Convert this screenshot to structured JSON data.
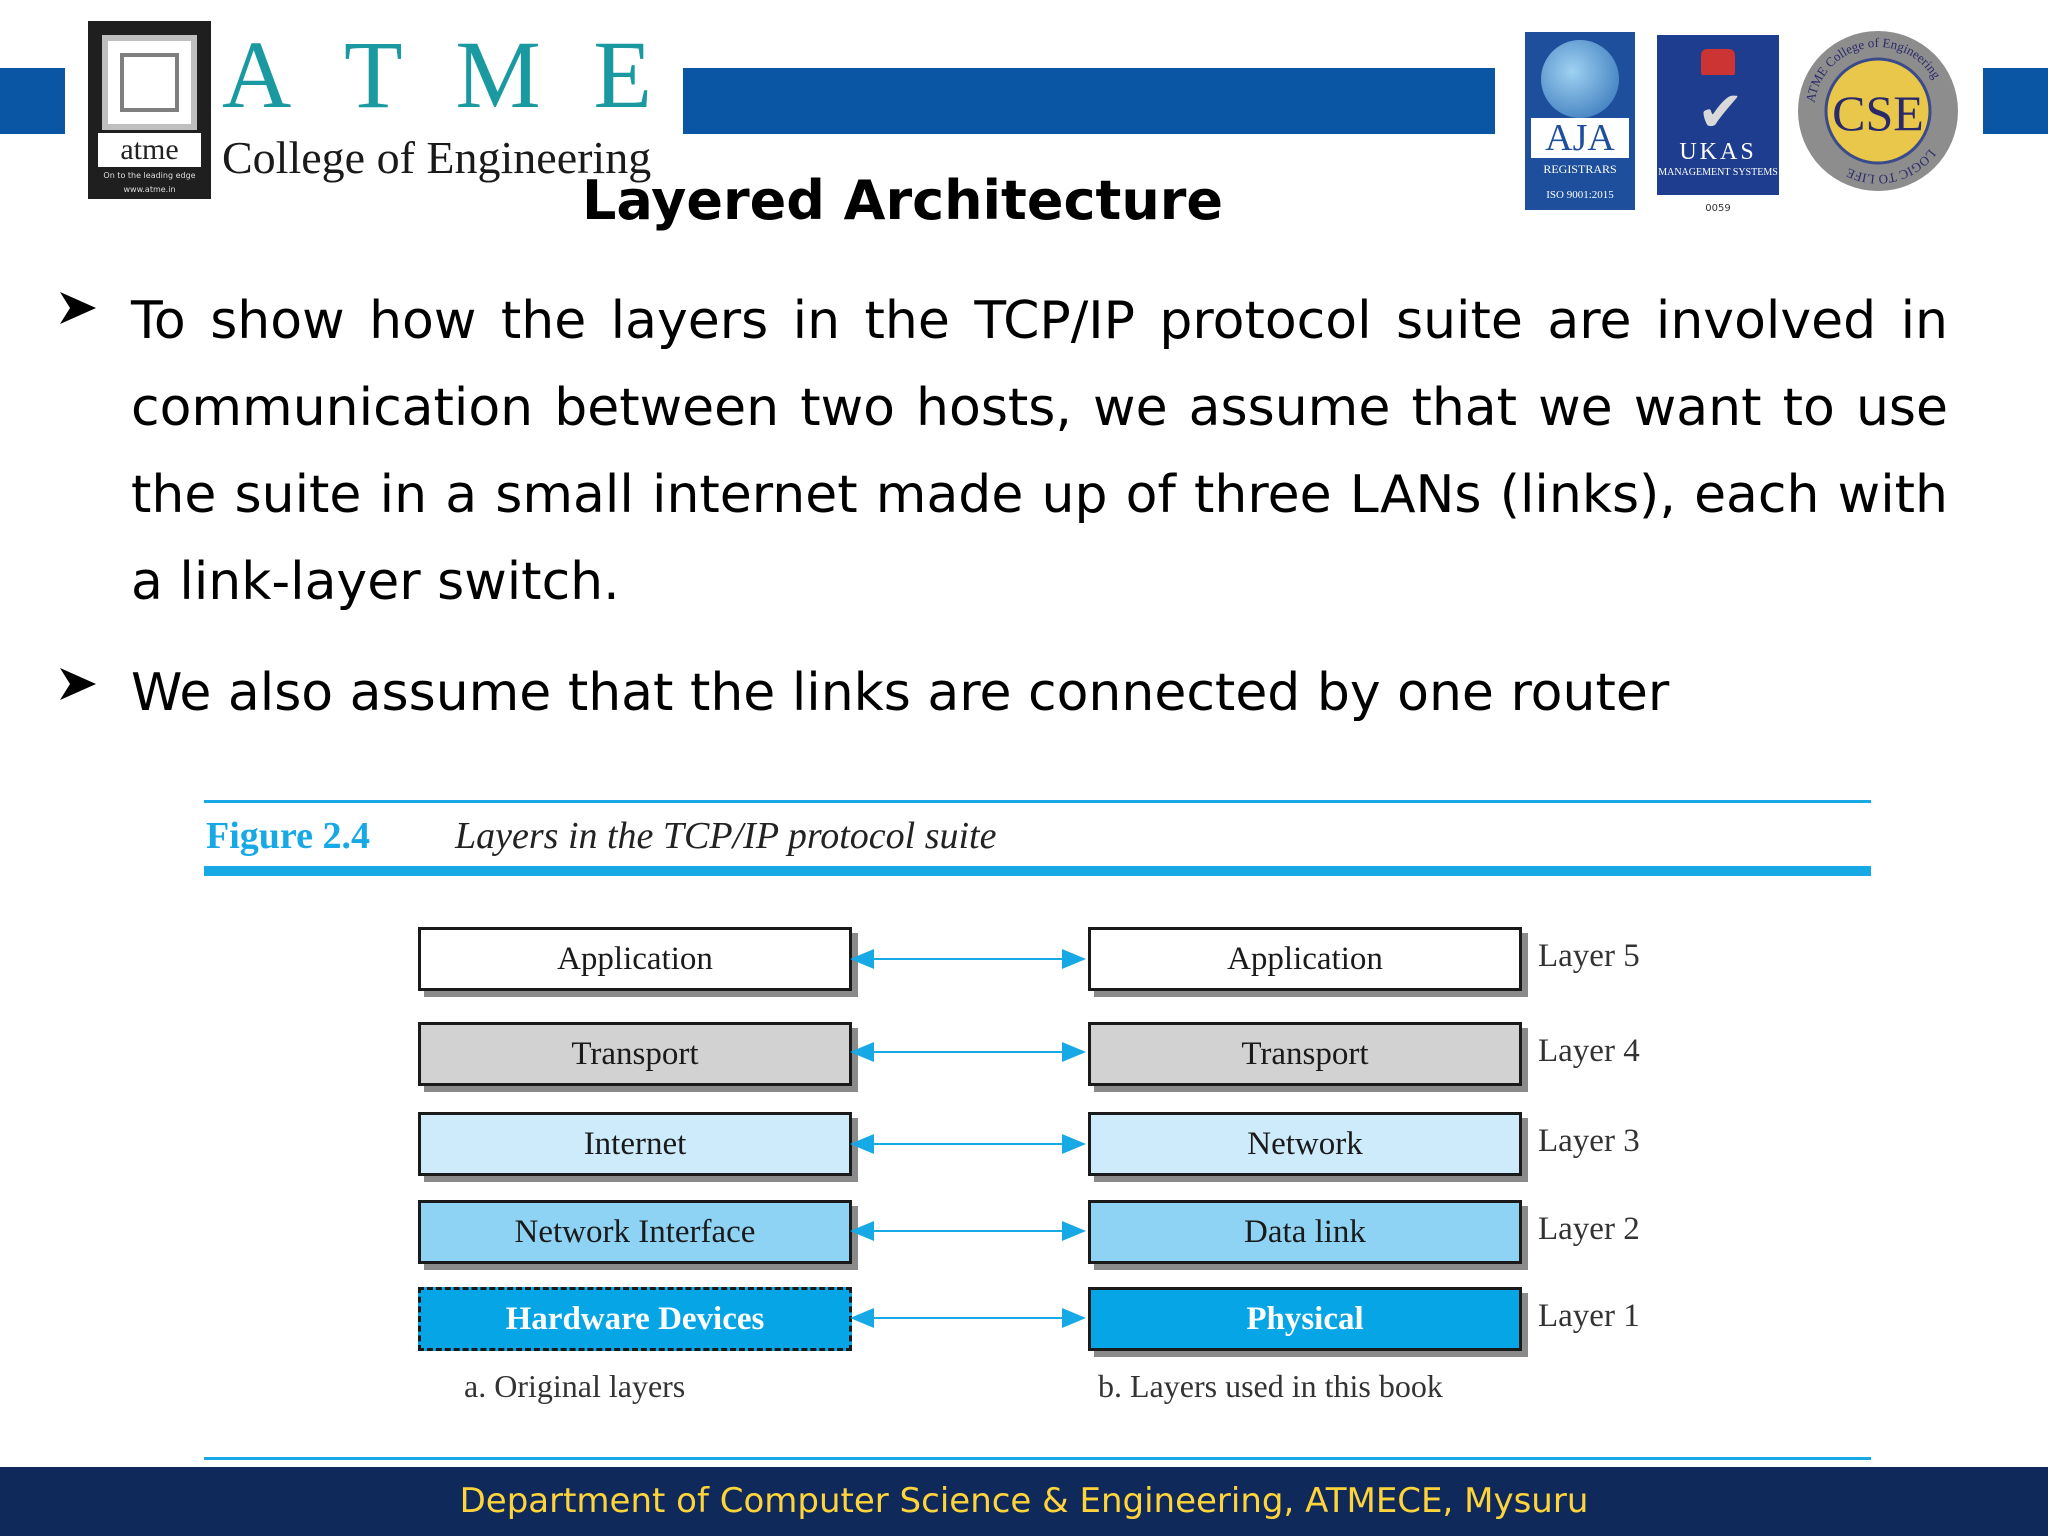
{
  "header": {
    "logo": {
      "word": "atme",
      "tagline": "On to the leading edge",
      "url": "www.atme.in"
    },
    "brand_letters": [
      "A",
      "T",
      "M",
      "E"
    ],
    "college_name": "College of Engineering",
    "certifications": {
      "aja": {
        "name": "AJA",
        "registrars": "REGISTRARS",
        "iso": "ISO 9001:2015"
      },
      "ukas": {
        "name": "UKAS",
        "subtitle": "MANAGEMENT SYSTEMS",
        "number": "0059"
      },
      "cse": {
        "name": "CSE",
        "ring_text": "ATME College of Engineering",
        "motto": "LOGIC TO LIFE"
      }
    }
  },
  "slide": {
    "title": "Layered Architecture",
    "bullets": [
      "To show how the layers in the TCP/IP protocol suite are involved in communication between two hosts, we assume that we want to use the suite in a small internet made up of three LANs (links), each with a link-layer switch.",
      "We also assume that the links are connected by one router"
    ]
  },
  "figure": {
    "number": "Figure 2.4",
    "caption": "Layers in the TCP/IP protocol suite",
    "original_layers": [
      "Application",
      "Transport",
      "Internet",
      "Network Interface",
      "Hardware Devices"
    ],
    "book_layers": [
      "Application",
      "Transport",
      "Network",
      "Data link",
      "Physical"
    ],
    "layer_labels": [
      "Layer 5",
      "Layer 4",
      "Layer 3",
      "Layer 2",
      "Layer 1"
    ],
    "caption_a": "a. Original layers",
    "caption_b": "b. Layers used in this book"
  },
  "footer": {
    "text": "Department of Computer Science & Engineering, ATMECE, Mysuru"
  },
  "colors": {
    "header_band": "#0a55a4",
    "figure_accent": "#17a9e6",
    "footer_bg": "#0f2a5a",
    "footer_text": "#ffd43b",
    "layer5": "#ffffff",
    "layer4": "#d2d2d2",
    "layer3": "#cdebfb",
    "layer2": "#8ed3f4",
    "layer1": "#06a6e6"
  }
}
